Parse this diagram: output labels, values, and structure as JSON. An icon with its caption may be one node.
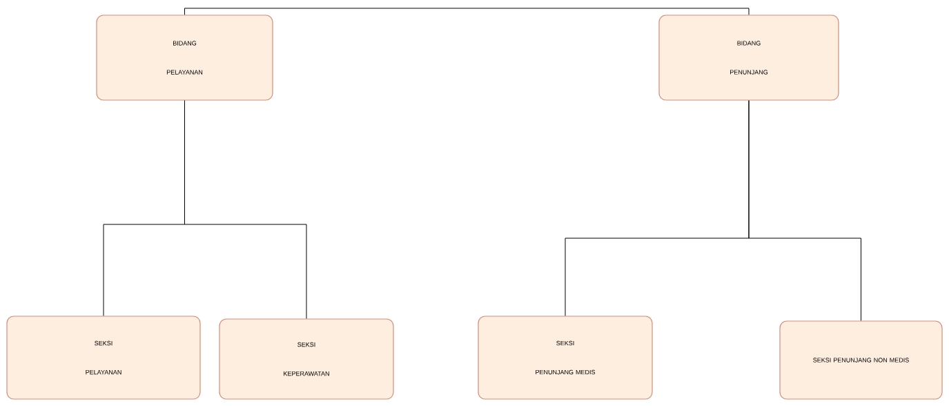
{
  "diagram": {
    "nodes": [
      {
        "text": [
          "BIDANG",
          "PELAYANAN"
        ]
      },
      {
        "text": [
          "BIDANG",
          "PENUNJANG"
        ]
      },
      {
        "text": [
          "SEKSI",
          "PELAYANAN"
        ]
      },
      {
        "text": [
          "SEKSI",
          "KEPERAWATAN"
        ]
      },
      {
        "text": [
          "SEKSI",
          "PENUNJANG MEDIS"
        ]
      },
      {
        "text": [
          "SEKSI PENUNJANG NON MEDIS"
        ]
      }
    ],
    "edges": [
      {
        "from": 0,
        "to": 1,
        "arrow": "none"
      },
      {
        "from": 0,
        "to": 2,
        "arrow": "none"
      },
      {
        "from": 0,
        "to": 3,
        "arrow": "none"
      },
      {
        "from": 1,
        "to": 4,
        "arrow": "none"
      },
      {
        "from": 1,
        "to": 5,
        "arrow": "none"
      }
    ]
  }
}
